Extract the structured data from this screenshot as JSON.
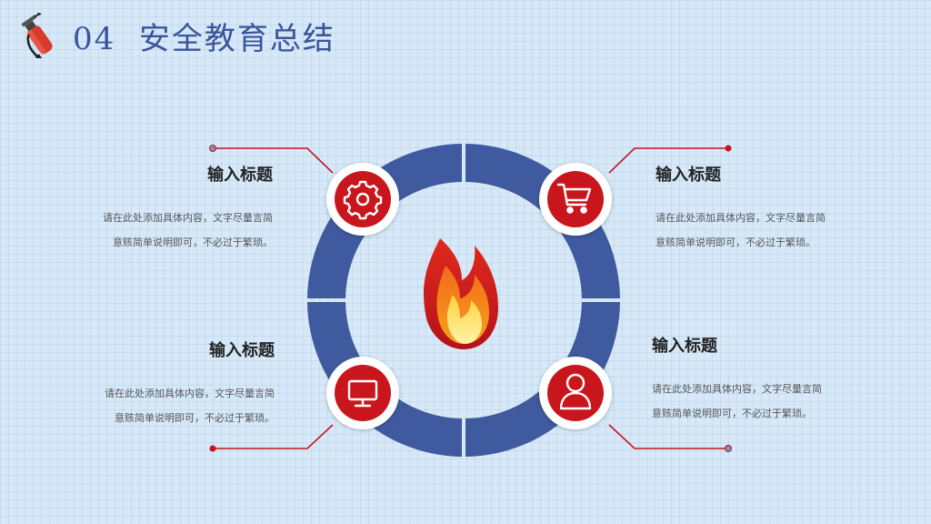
{
  "header": {
    "number": "04",
    "title": "安全教育总结",
    "icon": "fire-extinguisher-icon"
  },
  "center_icon": "flame-icon",
  "colors": {
    "ring": "#3f5a9e",
    "accent": "#c8131b",
    "title": "#3b549a"
  },
  "items": [
    {
      "icon": "gear-icon",
      "heading": "输入标题",
      "line1": "请在此处添加具体内容，文字尽量言简",
      "line2": "意赅简单说明即可，不必过于繁琐。"
    },
    {
      "icon": "cart-icon",
      "heading": "输入标题",
      "line1": "请在此处添加具体内容，文字尽量言简",
      "line2": "意赅简单说明即可，不必过于繁琐。"
    },
    {
      "icon": "monitor-icon",
      "heading": "输入标题",
      "line1": "请在此处添加具体内容，文字尽量言简",
      "line2": "意赅简单说明即可，不必过于繁琐。"
    },
    {
      "icon": "user-icon",
      "heading": "输入标题",
      "line1": "请在此处添加具体内容，文字尽量言简",
      "line2": "意赅简单说明即可，不必过于繁琐。"
    }
  ]
}
